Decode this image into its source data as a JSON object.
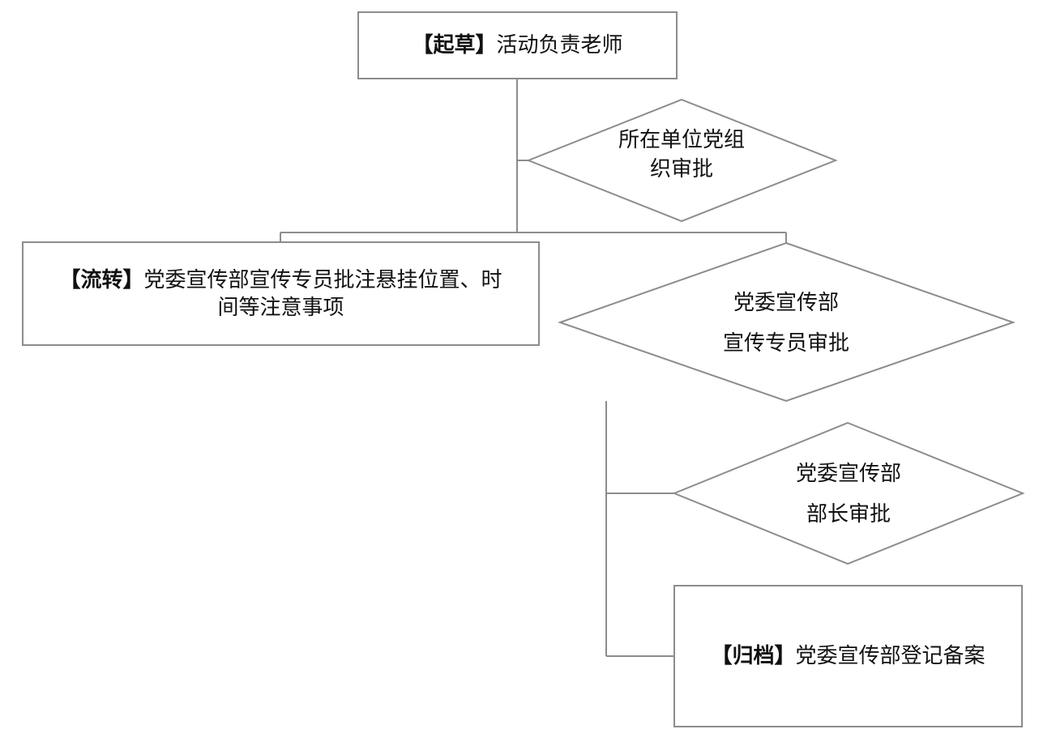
{
  "draft": {
    "tag": "【起草】",
    "text": "活动负责老师"
  },
  "unit_approval": {
    "line1": "所在单位党组",
    "line2": "织审批"
  },
  "circulate": {
    "tag": "【流转】",
    "line1": "党委宣传部宣传专员批注悬挂位置、时",
    "line2": "间等注意事项"
  },
  "specialist_approval": {
    "line1": "党委宣传部",
    "line2": "宣传专员审批"
  },
  "minister_approval": {
    "line1": "党委宣传部",
    "line2": "部长审批"
  },
  "archive": {
    "tag": "【归档】",
    "text": "党委宣传部登记备案"
  },
  "colors": {
    "stroke": "#8c8c8c",
    "text": "#111111"
  }
}
